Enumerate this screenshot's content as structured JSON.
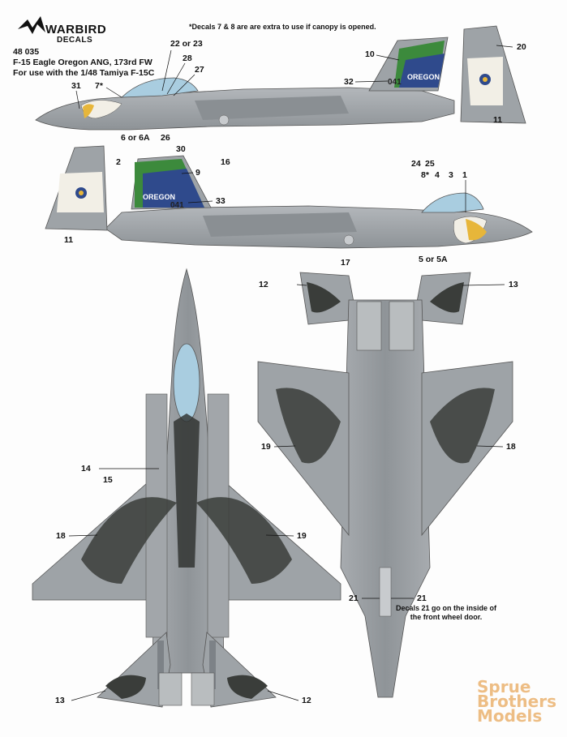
{
  "brand": {
    "name": "WARBIRD",
    "sub": "DECALS"
  },
  "sheet": {
    "code": "48 035",
    "title": "F-15 Eagle Oregon ANG, 173rd FW",
    "subtitle": "For use with the 1/48 Tamiya F-15C",
    "note": "*Decals 7 & 8 are are extra to use if canopy is opened.",
    "wheel_note": "Decals 21 go on the inside of the front wheel door."
  },
  "callouts": {
    "c1": "1",
    "c2": "2",
    "c3": "3",
    "c4": "4",
    "c5": "5 or 5A",
    "c6": "6 or 6A",
    "c7": "7*",
    "c8": "8*",
    "c9": "9",
    "c10": "10",
    "c11a": "11",
    "c11b": "11",
    "c12a": "12",
    "c12b": "12",
    "c13a": "13",
    "c13b": "13",
    "c14": "14",
    "c15": "15",
    "c16": "16",
    "c17": "17",
    "c18a": "18",
    "c18b": "18",
    "c19a": "19",
    "c19b": "19",
    "c20": "20",
    "c21a": "21",
    "c21b": "21",
    "c2223": "22 or 23",
    "c24": "24",
    "c25": "25",
    "c26": "26",
    "c27": "27",
    "c28": "28",
    "c30": "30",
    "c31": "31",
    "c32": "32",
    "c33": "33"
  },
  "tail_art": {
    "word": "OREGON",
    "serial_top": "041",
    "serial_bottom": "041"
  },
  "watermark": {
    "line1": "Sprue",
    "line2": "Brothers",
    "line3": "Models"
  },
  "colors": {
    "aircraft_grey": "#9ea3a7",
    "aircraft_dark": "#7d8287",
    "canopy": "#a9cde0",
    "eagle_yellow": "#e7b63a",
    "tail_blue": "#2f4a8c",
    "tail_green": "#3c8a3c",
    "wing_art": "#3a3d3a"
  }
}
